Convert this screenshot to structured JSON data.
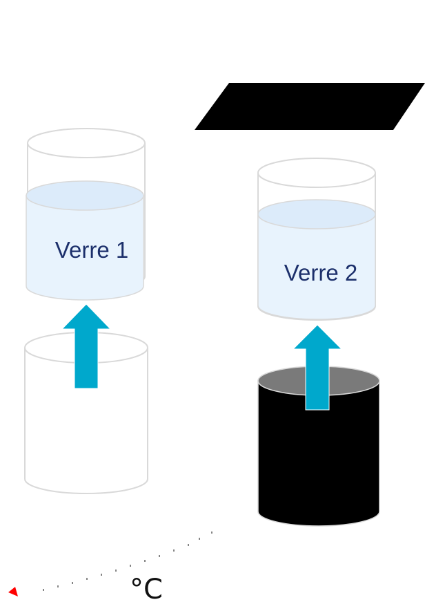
{
  "glasses": [
    {
      "label": "Verre 1"
    },
    {
      "label": "Verre 2"
    }
  ],
  "thermometer": {
    "unit_symbol": "°C"
  },
  "colors": {
    "water": "#e8f3fd",
    "glass_outline": "#d9d9d9",
    "arrow": "#00a8cc",
    "dark": "#000000",
    "opening_gray": "#7a7a7a",
    "marker": "#ff0000",
    "label_text": "#1c2f6b"
  }
}
